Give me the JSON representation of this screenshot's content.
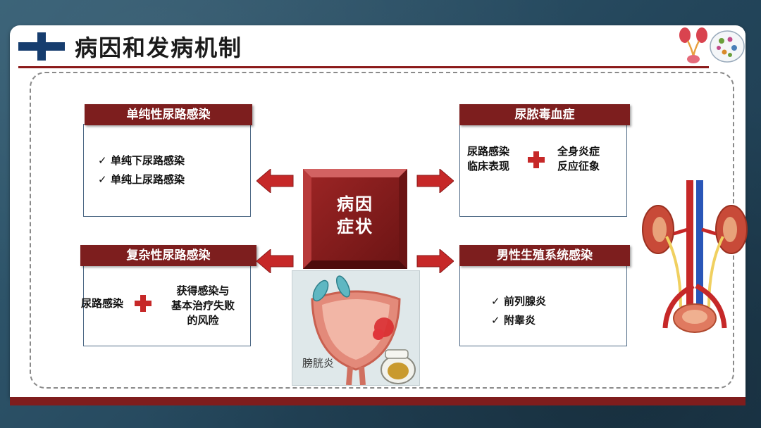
{
  "page_title": "病因和发病机制",
  "center": {
    "line1": "病因",
    "line2": "症状"
  },
  "cards": {
    "simple": {
      "title": "单纯性尿路感染",
      "items": [
        "单纯下尿路感染",
        "单纯上尿路感染"
      ]
    },
    "complex": {
      "title": "复杂性尿路感染",
      "left_text": "尿路感染",
      "right_line1": "获得感染与",
      "right_line2": "基本治疗失败",
      "right_line3": "的风险"
    },
    "urosepsis": {
      "title": "尿脓毒血症",
      "left_line1": "尿路感染",
      "left_line2": "临床表现",
      "right_line1": "全身炎症",
      "right_line2": "反应征象"
    },
    "male": {
      "title": "男性生殖系统感染",
      "items": [
        "前列腺炎",
        "附睾炎"
      ]
    }
  },
  "bladder_caption": "膀胱炎",
  "check_glyph": "✓",
  "colors": {
    "accent": "#7d1e1e",
    "cross": "#c62828",
    "title_cross": "#163d6e"
  }
}
